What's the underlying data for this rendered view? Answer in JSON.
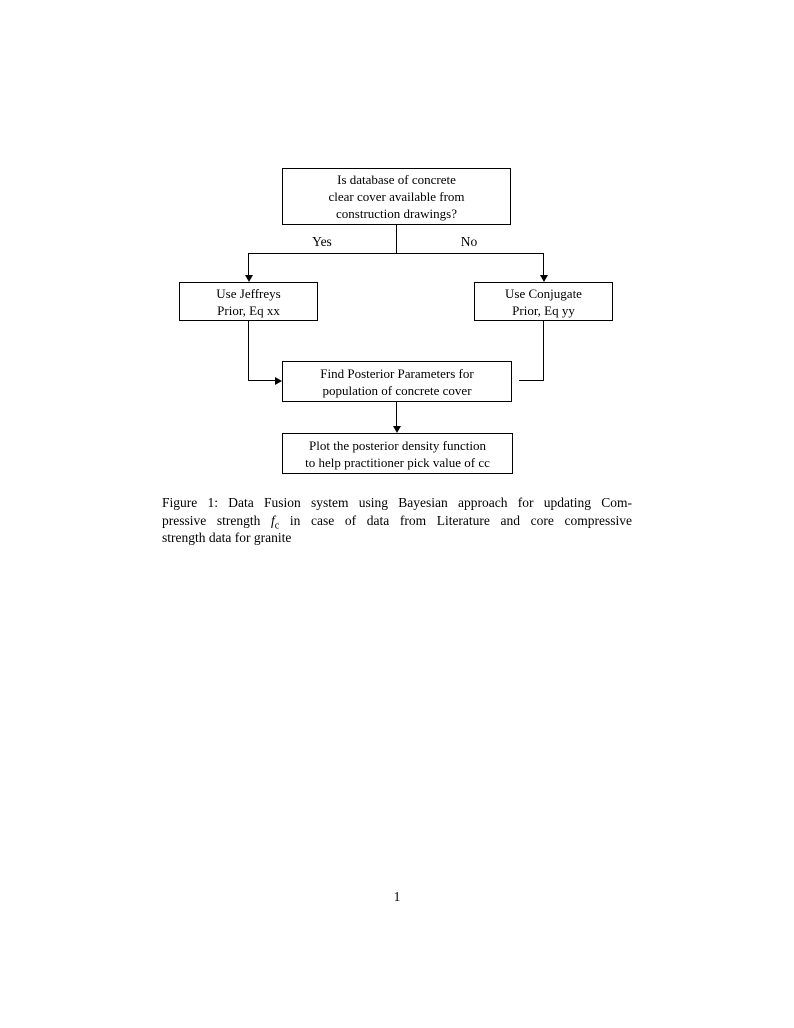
{
  "page": {
    "number": "1"
  },
  "figure": {
    "flowchart": {
      "top_box": {
        "lines": [
          "Is database of concrete",
          "clear cover available from",
          "construction drawings?"
        ]
      },
      "yes_label": "Yes",
      "no_label": "No",
      "left_box": {
        "lines": [
          "Use Jeffreys",
          "Prior, Eq xx"
        ]
      },
      "right_box": {
        "lines": [
          "Use Conjugate",
          "Prior, Eq yy"
        ]
      },
      "middle_box": {
        "lines": [
          "Find Posterior Parameters for",
          "population of concrete cover"
        ]
      },
      "bottom_box": {
        "lines": [
          "Plot the posterior density function",
          "to help practitioner pick value of cc"
        ]
      }
    },
    "caption": {
      "line1": "Figure 1: Data Fusion system using Bayesian approach for updating Com-",
      "line2_pre": "pressive strength ",
      "symbol_base": "f",
      "symbol_sub": "c",
      "line2_post": " in case of data from Literature and core compressive",
      "line3": "strength data for granite"
    }
  },
  "colors": {
    "ink": "#000000",
    "paper": "#ffffff"
  }
}
